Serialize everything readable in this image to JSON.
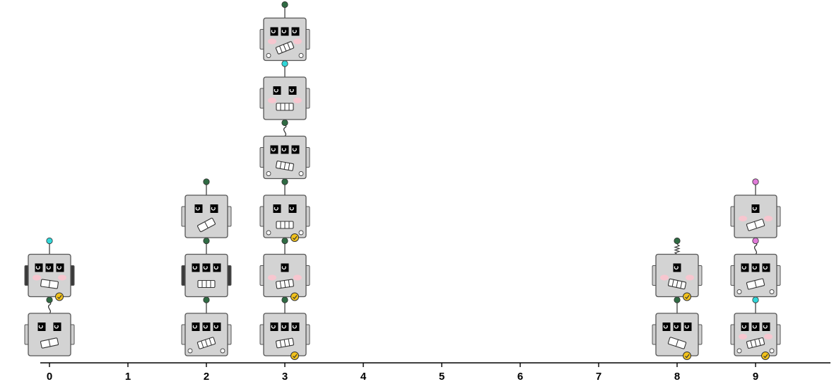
{
  "chart_data": {
    "type": "dot_plot",
    "title": "",
    "xlabel": "",
    "ylabel": "",
    "categories": [
      "0",
      "1",
      "2",
      "3",
      "4",
      "5",
      "6",
      "7",
      "8",
      "9"
    ],
    "counts": [
      2,
      0,
      3,
      6,
      0,
      0,
      0,
      0,
      2,
      3
    ],
    "robots": [
      {
        "x": 0,
        "level": 1,
        "eyes": 2,
        "mouth": "plain",
        "antenna": "wavy",
        "antenna_color": "#2f6b43",
        "cheeks": false,
        "ears": "light",
        "badge": false,
        "tilt": -12,
        "bolts": false
      },
      {
        "x": 0,
        "level": 2,
        "eyes": 3,
        "mouth": "plain",
        "antenna": "straight",
        "antenna_color": "#31d7d9",
        "cheeks": true,
        "ears": "dark",
        "badge": true,
        "tilt": 8,
        "bolts": false
      },
      {
        "x": 2,
        "level": 1,
        "eyes": 3,
        "mouth": "grille",
        "antenna": "straight",
        "antenna_color": "#2f6b43",
        "cheeks": false,
        "ears": "light",
        "badge": false,
        "tilt": -18,
        "bolts": true
      },
      {
        "x": 2,
        "level": 2,
        "eyes": 3,
        "mouth": "grille",
        "antenna": "straight",
        "antenna_color": "#2f6b43",
        "cheeks": false,
        "ears": "dark",
        "badge": false,
        "tilt": 0,
        "bolts": false
      },
      {
        "x": 2,
        "level": 3,
        "eyes": 2,
        "mouth": "plain",
        "antenna": "straight",
        "antenna_color": "#2f6b43",
        "cheeks": false,
        "ears": "light",
        "badge": false,
        "tilt": -28,
        "bolts": false
      },
      {
        "x": 3,
        "level": 1,
        "eyes": 3,
        "mouth": "grille",
        "antenna": "straight",
        "antenna_color": "#2f6b43",
        "cheeks": false,
        "ears": "light",
        "badge": true,
        "tilt": -10,
        "bolts": false
      },
      {
        "x": 3,
        "level": 2,
        "eyes": 1,
        "mouth": "grille",
        "antenna": "straight",
        "antenna_color": "#2f6b43",
        "cheeks": true,
        "ears": "light",
        "badge": true,
        "tilt": -8,
        "bolts": false
      },
      {
        "x": 3,
        "level": 3,
        "eyes": 2,
        "mouth": "grille",
        "antenna": "straight",
        "antenna_color": "#2f6b43",
        "cheeks": false,
        "ears": "light",
        "badge": true,
        "tilt": 0,
        "bolts": true
      },
      {
        "x": 3,
        "level": 4,
        "eyes": 3,
        "mouth": "grille",
        "antenna": "wavy",
        "antenna_color": "#2f6b43",
        "cheeks": false,
        "ears": "light",
        "badge": false,
        "tilt": 10,
        "bolts": true
      },
      {
        "x": 3,
        "level": 5,
        "eyes": 2,
        "mouth": "grille",
        "antenna": "straight",
        "antenna_color": "#31d7d9",
        "cheeks": true,
        "ears": "light",
        "badge": false,
        "tilt": 0,
        "bolts": false
      },
      {
        "x": 3,
        "level": 6,
        "eyes": 3,
        "mouth": "grille",
        "antenna": "straight",
        "antenna_color": "#2f6b43",
        "cheeks": true,
        "ears": "light",
        "badge": false,
        "tilt": -22,
        "bolts": true
      },
      {
        "x": 8,
        "level": 1,
        "eyes": 3,
        "mouth": "plain",
        "antenna": "straight",
        "antenna_color": "#2f6b43",
        "cheeks": false,
        "ears": "light",
        "badge": true,
        "tilt": 18,
        "bolts": false
      },
      {
        "x": 8,
        "level": 2,
        "eyes": 1,
        "mouth": "grille",
        "antenna": "spring",
        "antenna_color": "#2f6b43",
        "cheeks": true,
        "ears": "light",
        "badge": true,
        "tilt": 12,
        "bolts": false
      },
      {
        "x": 9,
        "level": 1,
        "eyes": 3,
        "mouth": "grille",
        "antenna": "straight",
        "antenna_color": "#31d7d9",
        "cheeks": true,
        "ears": "light",
        "badge": true,
        "tilt": -14,
        "bolts": true
      },
      {
        "x": 9,
        "level": 2,
        "eyes": 3,
        "mouth": "plain",
        "antenna": "wavy",
        "antenna_color": "#e07ad8",
        "cheeks": false,
        "ears": "light",
        "badge": false,
        "tilt": -14,
        "bolts": true
      },
      {
        "x": 9,
        "level": 3,
        "eyes": 1,
        "mouth": "plain",
        "antenna": "straight",
        "antenna_color": "#e07ad8",
        "cheeks": true,
        "ears": "light",
        "badge": false,
        "tilt": -18,
        "bolts": false
      }
    ],
    "axis": {
      "xlim": [
        -0.2,
        10
      ],
      "grid": false
    },
    "colors": {
      "head_fill": "#d3d3d3",
      "head_stroke": "#555555",
      "eye": "#000000",
      "cheek": "#f7c6cf",
      "badge": "#f2c21b",
      "axis": "#000000"
    }
  }
}
